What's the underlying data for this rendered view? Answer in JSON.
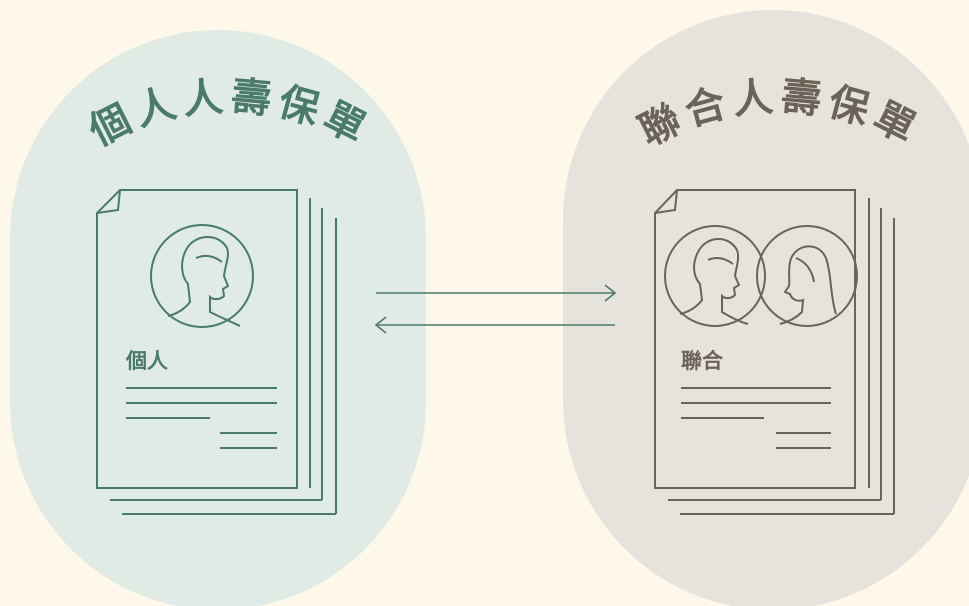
{
  "colors": {
    "background": "#fdf8ea",
    "individual_blob": "#e1ebe5",
    "joint_blob": "#e6e3dd",
    "individual_ink": "#4a7a6a",
    "joint_ink": "#6b6357",
    "arrow": "#4a7a6a"
  },
  "individual": {
    "title": "個人人壽保單",
    "label": "個人",
    "icon": "man-portrait-icon"
  },
  "joint": {
    "title": "聯合人壽保單",
    "label": "聯合",
    "icon": "couple-portrait-icon"
  },
  "connector": {
    "top_direction": "right",
    "bottom_direction": "left"
  }
}
